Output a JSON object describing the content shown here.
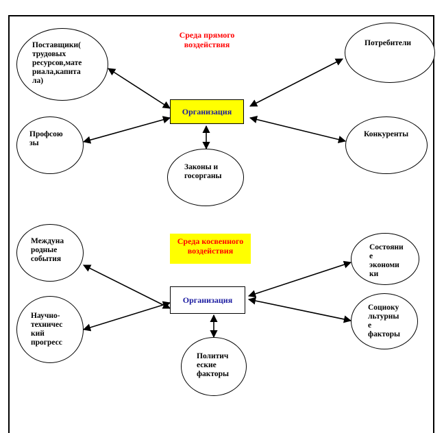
{
  "diagram": {
    "direct": {
      "title": "Среда прямого\nвоздействия",
      "center": "Организация",
      "nodes": {
        "suppliers": "Поставщики(\nтрудовых\nресурсов,мате\nриала,капита\nла)",
        "unions": "Профсою\nзы",
        "laws": "Законы  и\nгосорганы",
        "consumers": "Потребители",
        "competitors": "Конкуренты"
      }
    },
    "indirect": {
      "title": "Среда косвенного\nвоздействия",
      "center": "Организация",
      "nodes": {
        "international": "Междуна\nродные\nсобытия",
        "scitech": "Научно-\nтехничес\nкий\nпрогресс",
        "political": "Политич\nеские\nфакторы",
        "economy": "Состояни\nе\nэкономи\nки",
        "sociocultural": "Социоку\nльтурны\nе\nфакторы"
      }
    },
    "colors": {
      "center_fill_direct": "#ffff00",
      "center_fill_indirect": "#ffffff",
      "title_text": "#ff0000",
      "center_text": "#1a1aa0",
      "title_bg_indirect": "#ffff00"
    }
  }
}
